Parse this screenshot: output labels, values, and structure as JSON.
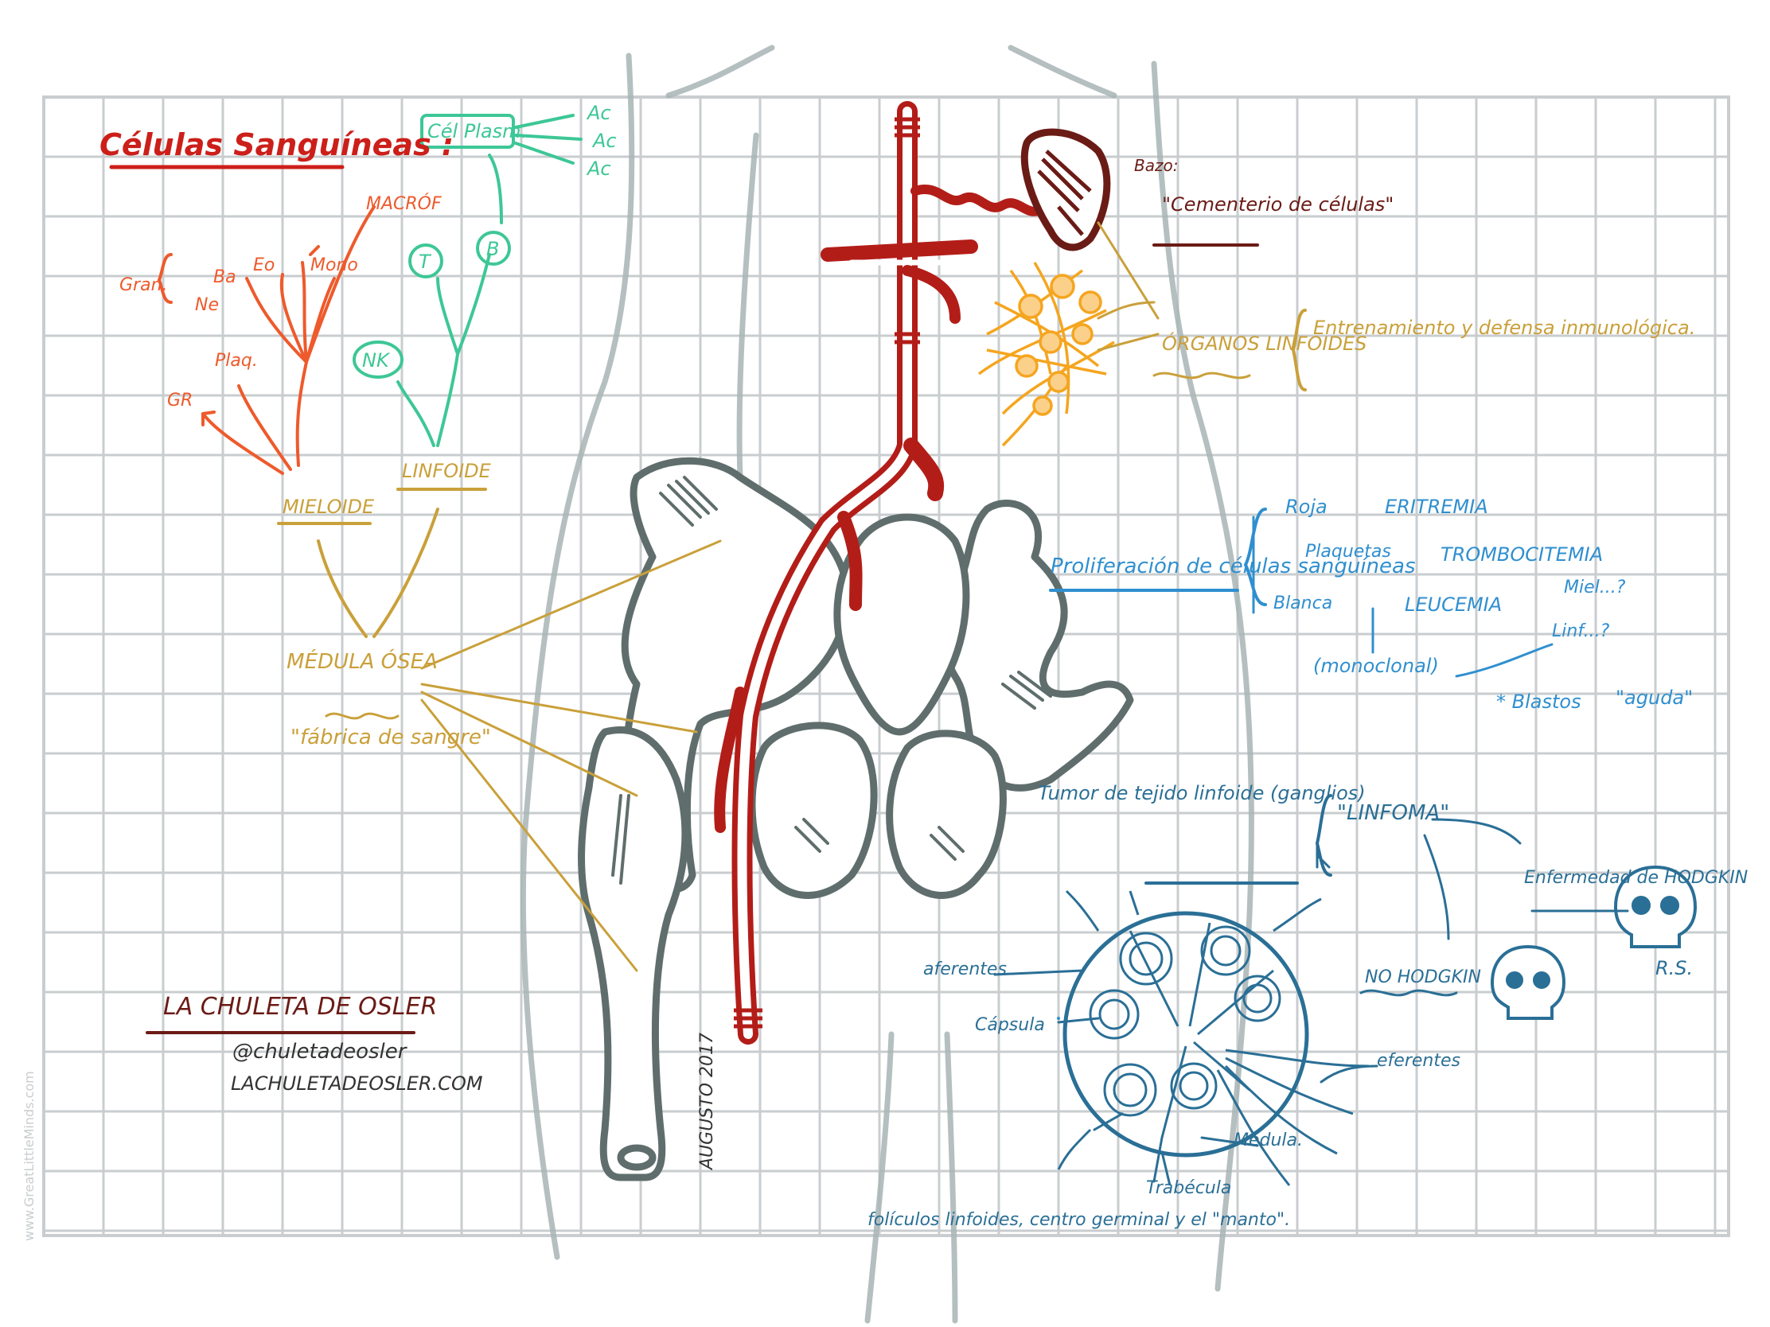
{
  "colors": {
    "red": "#cc1f1a",
    "orange": "#ee5a2c",
    "green": "#3dc796",
    "gold": "#c9a03a",
    "blue": "#2f8fcf",
    "navy": "#2a6f96",
    "darkred": "#6b1b16",
    "bone": "#5f6e6c",
    "artery": "#b31d18",
    "grid": "#c9cdcf",
    "body": "#a8b4b5",
    "lymph": "#f5a51f"
  },
  "header": {
    "title": "Células Sanguíneas :",
    "watermark": "www.GreatLittleMinds.com"
  },
  "lineage": {
    "plasma_cell": "Cél Plasm.",
    "ac": [
      "Ac",
      "Ac",
      "Ac"
    ],
    "macrophage": "MACRÓF",
    "gran": "Gran.",
    "ba": "Ba",
    "eo": "Eo",
    "ne": "Ne",
    "mono": "Mono",
    "plaq": "Plaq.",
    "gr": "GR",
    "t": "T",
    "b": "B",
    "nk": "NK",
    "myeloid": "MIELOIDE",
    "lymphoid": "LINFOIDE",
    "marrow": "MÉDULA ÓSEA",
    "marrow_quote": "\"fábrica de sangre\""
  },
  "spleen": {
    "label": "Bazo:",
    "quote": "\"Cementerio de células\""
  },
  "lymph_organs": {
    "label": "ÓRGANOS LINFOIDES",
    "desc": "Entrenamiento y defensa inmunológica."
  },
  "proliferation": {
    "label": "Proliferación de células sanguíneas",
    "roja": "Roja",
    "eritremia": "ERITREMIA",
    "plaquetas": "Plaquetas",
    "trombocitemia": "TROMBOCITEMIA",
    "blanca": "Blanca",
    "leucemia": "LEUCEMIA",
    "miel": "Miel...?",
    "linf": "Linf...?",
    "monoclonal": "(monoclonal)",
    "blastos": "* Blastos",
    "aguda": "\"aguda\""
  },
  "lymphoma": {
    "tumor": "Tumor de tejido linfoide (ganglios)",
    "linfoma": "\"LINFOMA\"",
    "hodgkin": "Enfermedad de HODGKIN",
    "rs": "R.S.",
    "no_hodgkin": "NO HODGKIN"
  },
  "node": {
    "aferentes": "aferentes",
    "capsula": "Cápsula",
    "eferentes": "eferentes",
    "foliculos": "folículos linfoides, centro germinal y el \"manto\".",
    "medula": "Médula.",
    "trabecula": "Trabécula"
  },
  "credits": {
    "name": "LA CHULETA DE OSLER",
    "handle": "@chuletadeosler",
    "site": "LACHULETADEOSLER.COM",
    "signature": "AUGUSTO 2017"
  }
}
